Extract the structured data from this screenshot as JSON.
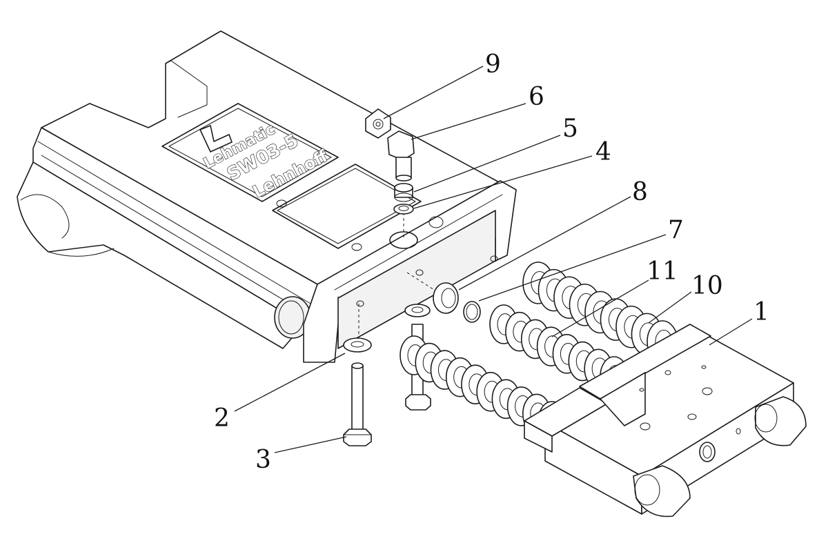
{
  "plate_text": {
    "line1": "Lehmatic",
    "line2": "SW03-5",
    "line3": "Lehnhoff"
  },
  "callouts": [
    {
      "id": "c9",
      "label": "9"
    },
    {
      "id": "c6",
      "label": "6"
    },
    {
      "id": "c5",
      "label": "5"
    },
    {
      "id": "c4",
      "label": "4"
    },
    {
      "id": "c8",
      "label": "8"
    },
    {
      "id": "c7",
      "label": "7"
    },
    {
      "id": "c11",
      "label": "11"
    },
    {
      "id": "c10",
      "label": "10"
    },
    {
      "id": "c1",
      "label": "1"
    },
    {
      "id": "c2",
      "label": "2"
    },
    {
      "id": "c3",
      "label": "3"
    }
  ]
}
